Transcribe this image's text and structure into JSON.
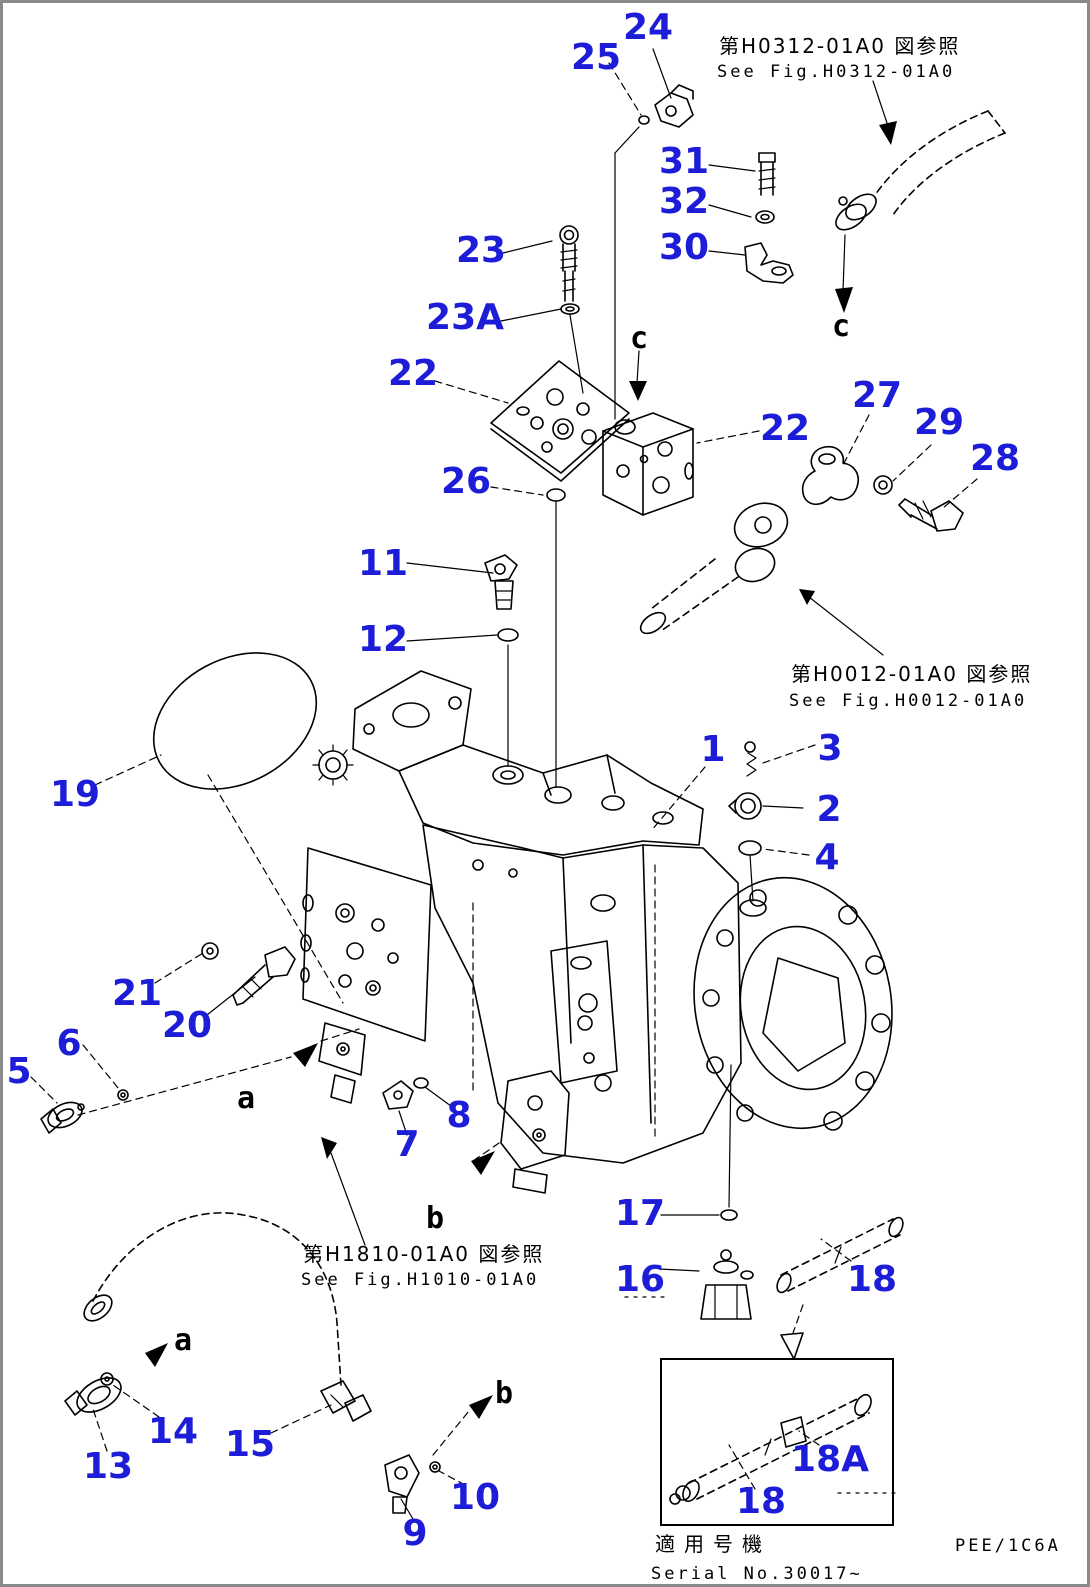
{
  "page": {
    "type": "parts-diagram",
    "callout_color": "#1d1dd8",
    "line_color": "#000000",
    "border_color": "#8a8a8a"
  },
  "references": {
    "top": {
      "jp": "第H0312-01A0 図参照",
      "en": "See Fig.H0312-01A0"
    },
    "mid_right": {
      "jp": "第H0012-01A0 図参照",
      "en": "See Fig.H0012-01A0"
    },
    "bottom_left": {
      "jp": "第H1810-01A0 図参照",
      "en": "See Fig.H1010-01A0"
    }
  },
  "footer": {
    "applicable_jp": "適用号機",
    "serial": "Serial No.30017~",
    "code": "PEE/1C6A"
  },
  "callouts": [
    {
      "label": "24"
    },
    {
      "label": "25"
    },
    {
      "label": "31"
    },
    {
      "label": "32"
    },
    {
      "label": "30"
    },
    {
      "label": "23"
    },
    {
      "label": "23A"
    },
    {
      "label": "22"
    },
    {
      "label": "22"
    },
    {
      "label": "27"
    },
    {
      "label": "29"
    },
    {
      "label": "28"
    },
    {
      "label": "26"
    },
    {
      "label": "11"
    },
    {
      "label": "12"
    },
    {
      "label": "19"
    },
    {
      "label": "1"
    },
    {
      "label": "3"
    },
    {
      "label": "2"
    },
    {
      "label": "4"
    },
    {
      "label": "21"
    },
    {
      "label": "20"
    },
    {
      "label": "6"
    },
    {
      "label": "5"
    },
    {
      "label": "7"
    },
    {
      "label": "8"
    },
    {
      "label": "17"
    },
    {
      "label": "16"
    },
    {
      "label": "18"
    },
    {
      "label": "13"
    },
    {
      "label": "14"
    },
    {
      "label": "15"
    },
    {
      "label": "10"
    },
    {
      "label": "9"
    },
    {
      "label": "18"
    },
    {
      "label": "18A"
    }
  ],
  "letters": [
    {
      "label": "c"
    },
    {
      "label": "c"
    },
    {
      "label": "a"
    },
    {
      "label": "b"
    },
    {
      "label": "a"
    },
    {
      "label": "b"
    }
  ]
}
